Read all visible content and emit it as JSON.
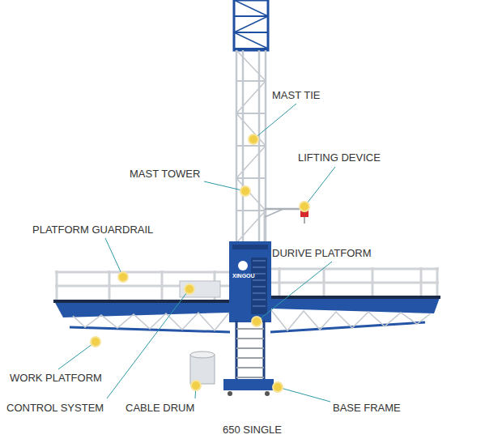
{
  "diagram": {
    "caption": "650 SINGLE",
    "labels": [
      "MAST TIE",
      "LIFTING DEVICE",
      "MAST TOWER",
      "PLATFORM GUARDRAIL",
      "DURIVE PLATFORM",
      "XINGOU",
      "WORK PLATFORM",
      "CONTROL SYSTEM",
      "CABLE DRUM",
      "BASE FRAME"
    ]
  }
}
